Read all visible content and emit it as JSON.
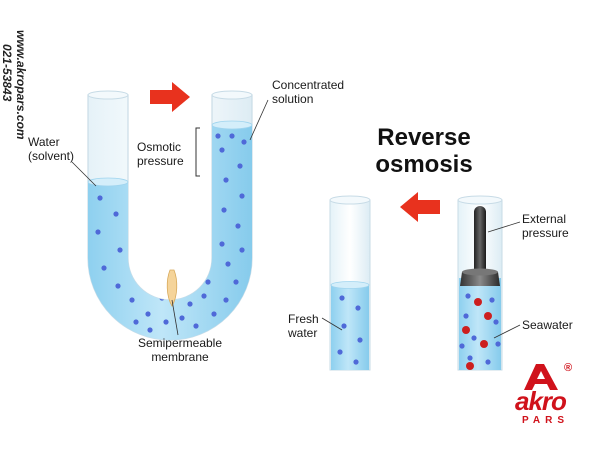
{
  "watermark": {
    "website": "www.akropars.com",
    "phone": "021-53843"
  },
  "labels": {
    "water_solvent_line1": "Water",
    "water_solvent_line2": "(solvent)",
    "concentrated_line1": "Concentrated",
    "concentrated_line2": "solution",
    "osmotic_line1": "Osmotic",
    "osmotic_line2": "pressure",
    "membrane_line1": "Semipermeable",
    "membrane_line2": "membrane",
    "reverse_line1": "Reverse",
    "reverse_line2": "osmosis",
    "external_line1": "External",
    "external_line2": "pressure",
    "fresh_line1": "Fresh",
    "fresh_line2": "water",
    "seawater": "Seawater"
  },
  "logo": {
    "brand": "akro",
    "sub": "PARS",
    "registered": "®"
  },
  "colors": {
    "water": "#a9ddf4",
    "water_dark": "#7cc6ea",
    "molecule": "#4f69d8",
    "salt": "#cc1f1f",
    "arrow": "#e8321e",
    "membrane": "#f5d49a",
    "brand_red": "#d0121b"
  }
}
